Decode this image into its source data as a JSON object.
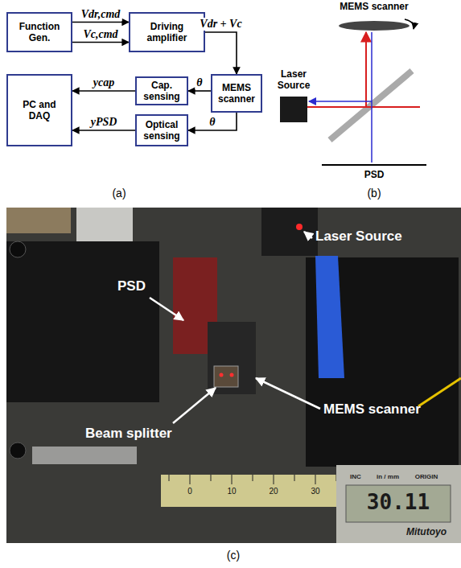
{
  "diagram": {
    "nodes": [
      {
        "text": [
          "Function Gen."
        ]
      },
      {
        "text": [
          "Driving amplifier"
        ]
      },
      {
        "text": [
          "MEMS scanner"
        ]
      },
      {
        "text": [
          "Cap. sensing"
        ]
      },
      {
        "text": [
          "Optical sensing"
        ]
      },
      {
        "text": [
          "PC and DAQ"
        ]
      }
    ],
    "edges": [
      {
        "from": 0,
        "to": 1,
        "label": "Vdr,cmd",
        "arrow": "to"
      },
      {
        "from": 0,
        "to": 1,
        "label": "Vc,cmd",
        "arrow": "to"
      },
      {
        "from": 1,
        "to": 2,
        "label": "Vdr + Vc",
        "arrow": "to"
      },
      {
        "from": 2,
        "to": 3,
        "label": "θ",
        "arrow": "to"
      },
      {
        "from": 2,
        "to": 4,
        "label": "θ",
        "arrow": "to"
      },
      {
        "from": 3,
        "to": 5,
        "label": "ycap",
        "arrow": "to"
      },
      {
        "from": 4,
        "to": 5,
        "label": "yPSD",
        "arrow": "to"
      }
    ],
    "labels": [
      "(a)",
      "MEMS scanner",
      "Laser Source",
      "PSD",
      "(b)",
      "Laser Source",
      "PSD",
      "MEMS scanner",
      "Beam splitter",
      "0",
      "10",
      "20",
      "30",
      "INC",
      "in / mm",
      "ORIGIN",
      "30.11",
      "Mitutoyo",
      "(c)"
    ]
  }
}
